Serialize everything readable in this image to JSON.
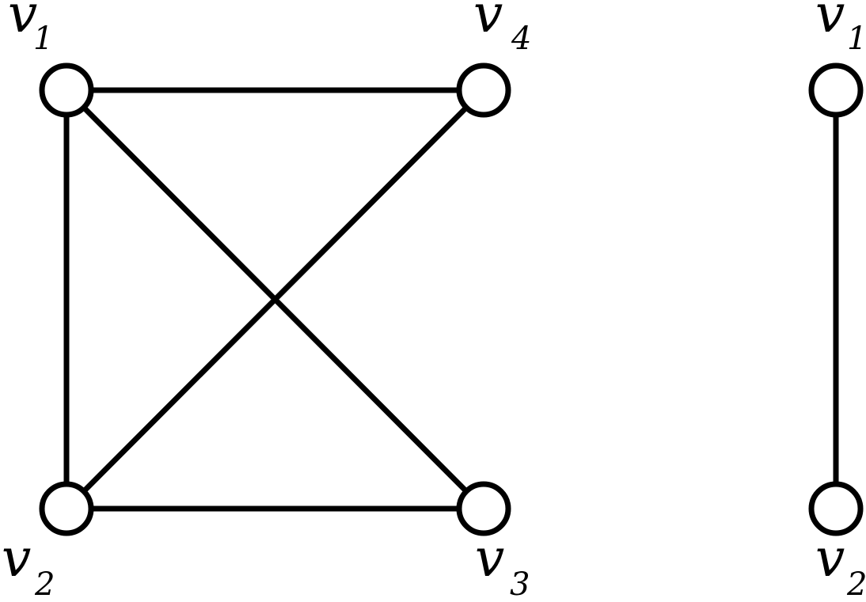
{
  "graphs": [
    {
      "id": "graph-left",
      "vertices": [
        {
          "id": "v1",
          "letter": "v",
          "subscript": "1"
        },
        {
          "id": "v2",
          "letter": "v",
          "subscript": "2"
        },
        {
          "id": "v3",
          "letter": "v",
          "subscript": "3"
        },
        {
          "id": "v4",
          "letter": "v",
          "subscript": "4"
        }
      ],
      "edges": [
        [
          "v1",
          "v4"
        ],
        [
          "v1",
          "v2"
        ],
        [
          "v1",
          "v3"
        ],
        [
          "v2",
          "v4"
        ],
        [
          "v2",
          "v3"
        ]
      ]
    },
    {
      "id": "graph-right",
      "vertices": [
        {
          "id": "v1",
          "letter": "v",
          "subscript": "1"
        },
        {
          "id": "v2",
          "letter": "v",
          "subscript": "2"
        }
      ],
      "edges": [
        [
          "v1",
          "v2"
        ]
      ]
    }
  ],
  "colors": {
    "stroke": "#000000",
    "fill": "#ffffff"
  }
}
